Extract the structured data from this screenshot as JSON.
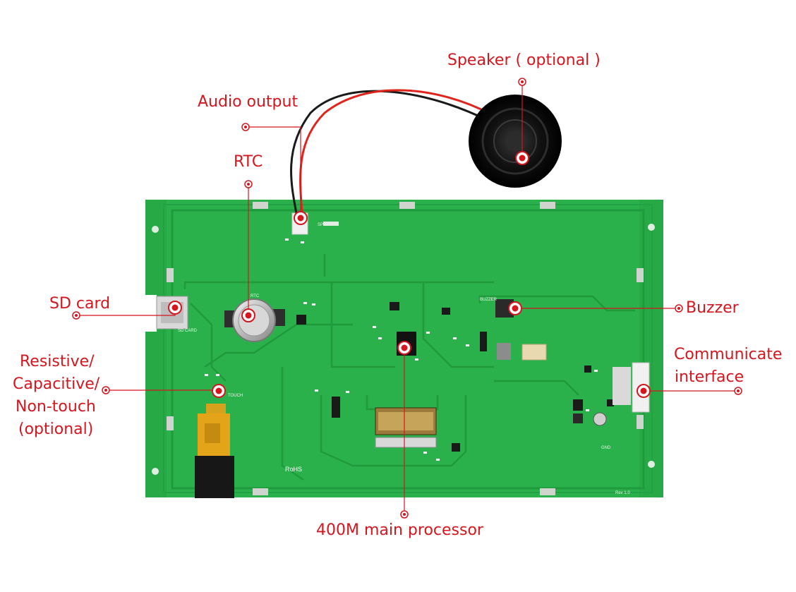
{
  "diagram": {
    "labels": {
      "speaker": "Speaker ( optional )",
      "audio_output": "Audio output",
      "rtc": "RTC",
      "sd_card": "SD card",
      "touch_line1": "Resistive/",
      "touch_line2": "Capacitive/",
      "touch_line3": "Non-touch",
      "touch_line4": "(optional)",
      "buzzer": "Buzzer",
      "comm_line1": "Communicate",
      "comm_line2": "interface",
      "processor": "400M main processor"
    },
    "board_text": {
      "speaker_silk": "SPEAKER",
      "sd_silk": "SD CARD",
      "rtc_silk": "RTC",
      "touch_silk": "TOUCH",
      "gnd_silk": "GND",
      "rev": "Rev 1.0",
      "buzzer_silk": "BUZZER",
      "rohs": "RoHS"
    },
    "colors": {
      "annotation": "#d4161e",
      "pcb": "#2bb14b",
      "pcb_dark": "#1f9a3d",
      "trace": "#22a244",
      "wire_red": "#e0241c",
      "wire_black": "#1a1a1a"
    }
  }
}
